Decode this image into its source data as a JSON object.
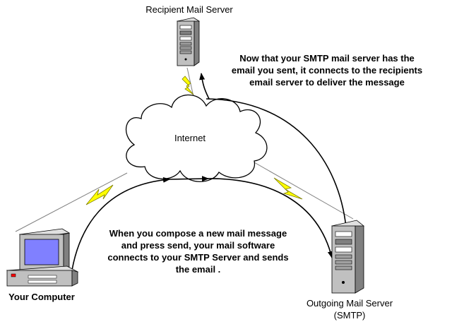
{
  "nodes": {
    "recipient_server": {
      "label": "Recipient Mail Server",
      "icon": "server-tower-icon"
    },
    "internet": {
      "label": "Internet",
      "icon": "cloud-icon"
    },
    "your_computer": {
      "label": "Your Computer",
      "icon": "desktop-computer-icon"
    },
    "outgoing_server": {
      "label_line1": "Outgoing Mail Server",
      "label_line2": "(SMTP)",
      "icon": "server-tower-icon"
    }
  },
  "notes": {
    "top_right": [
      "Now that your SMTP mail server has the",
      "email you sent, it connects to the recipients",
      "email server to deliver the message"
    ],
    "center": [
      "When you compose a new mail message",
      "and press send, your mail software",
      "connects to your SMTP Server and sends",
      "the email ."
    ]
  },
  "colors": {
    "lightning": "#ffff00",
    "lightning_outline": "#808000",
    "screen": "#8080ff",
    "server_gray": "#c0c0c0"
  }
}
